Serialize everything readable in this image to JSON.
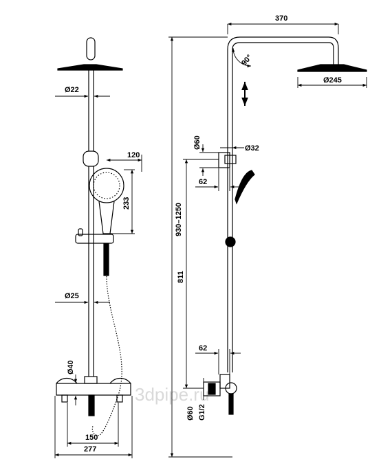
{
  "watermark": "3dpipe.ru",
  "front_view": {
    "dims": {
      "rail_diameter_top": "Ø22",
      "handshower_reach": "120",
      "handshower_length": "233",
      "rail_diameter_bottom": "Ø25",
      "mixer_height": "Ø40",
      "inlet_spacing": "150",
      "mixer_width": "277"
    }
  },
  "side_view": {
    "dims": {
      "arm_length": "370",
      "arm_angle": "90°",
      "head_diameter": "Ø245",
      "bracket_height": "Ø60",
      "bracket_tube": "Ø32",
      "bracket_offset": "62",
      "total_height": "930–1250",
      "center_height": "811",
      "inlet_offset": "62",
      "inlet_diameter": "Ø60",
      "thread": "G1/2"
    }
  },
  "colors": {
    "line": "#000000",
    "watermark": "#d9d9d9",
    "background": "#ffffff"
  }
}
